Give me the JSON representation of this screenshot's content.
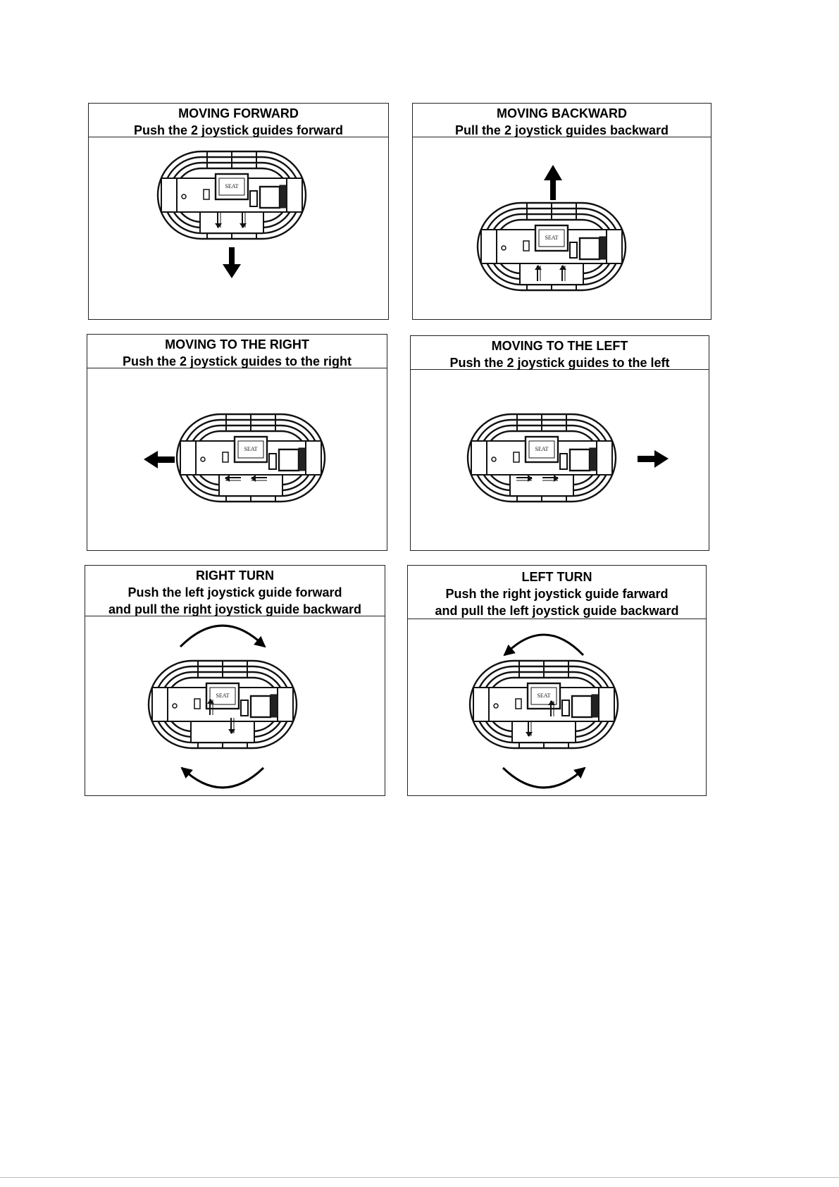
{
  "panels": [
    {
      "id": "moving-forward",
      "title": "MOVING FORWARD",
      "lines": [
        "Push the 2 joystick guides    forward"
      ],
      "seat_label": "SEAT",
      "motion": "down"
    },
    {
      "id": "moving-backward",
      "title": "MOVING BACKWARD",
      "lines": [
        "Pull the  2 joystick guides  backward"
      ],
      "seat_label": "SEAT",
      "motion": "up"
    },
    {
      "id": "moving-right",
      "title": "MOVING TO THE RIGHT",
      "lines": [
        "Push the  2 joystick guides   to the right"
      ],
      "seat_label": "SEAT",
      "motion": "left"
    },
    {
      "id": "moving-left",
      "title": "MOVING TO THE LEFT",
      "lines": [
        "Push the  2 joystick guides  to the left"
      ],
      "seat_label": "SEAT",
      "motion": "right"
    },
    {
      "id": "right-turn",
      "title": "RIGHT TURN",
      "lines": [
        "Push the left joystick guide  forward",
        "and pull the right joystick guide backward"
      ],
      "seat_label": "SEAT",
      "motion": "rotate-cw"
    },
    {
      "id": "left-turn",
      "title": "LEFT TURN",
      "lines": [
        "Push the right joystick guide farward",
        "and pull the left  joystick guide  backward"
      ],
      "seat_label": "SEAT",
      "motion": "rotate-ccw"
    }
  ]
}
